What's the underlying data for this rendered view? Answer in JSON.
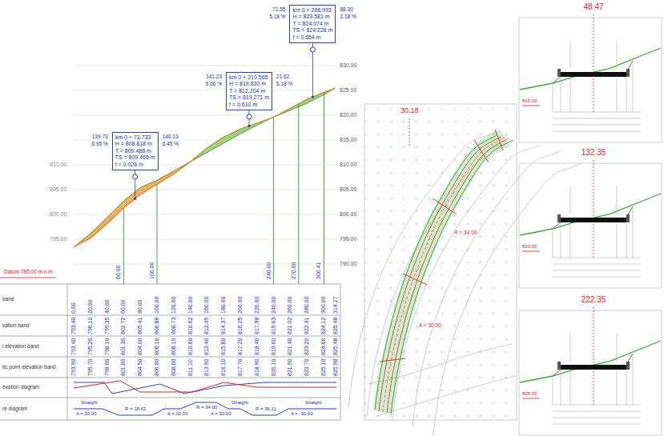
{
  "diagram": {
    "nodes": [
      {
        "text": [
          "km 0 + 73.733",
          "H = 808.818 m",
          "T = 809.488 m",
          "TS = 809.465 m",
          "f = 0.026 m"
        ]
      },
      {
        "text": [
          "km 0 + 210.565",
          "H = 819.830 m",
          "T = 812.204 m",
          "TS = 819.271 m",
          "f = 0.610 m"
        ]
      },
      {
        "text": [
          "km 0 + 286.993",
          "H = 823.581 m",
          "T = 824.074 m",
          "TS = 824.228 m",
          "f = 0.654 m"
        ]
      }
    ],
    "labels": [
      "830.00",
      "825.00",
      "820.00",
      "815.00",
      "810.00",
      "805.00",
      "800.00",
      "795.00",
      "790.00",
      "810.00",
      "805.00",
      "800.00",
      "795.00",
      "Datum 785.00 m.n.m",
      "139.73",
      "6.95 %",
      "140.13",
      "6.45 %",
      "141.23",
      "6.66 %",
      "21.62",
      "6.18 %",
      "71.55",
      "5.18 %",
      "88.30",
      "2.18 %",
      "60.00",
      "100.00",
      "240.00",
      "270.00",
      "300.41",
      "band",
      "vation band",
      "l elevation band",
      "tic point elevation band",
      "evation diagram",
      "re diagram",
      "0.00",
      "20.00",
      "40.00",
      "60.00",
      "80.00",
      "100.00",
      "120.00",
      "140.00",
      "160.00",
      "180.00",
      "200.00",
      "220.00",
      "240.00",
      "260.00",
      "280.00",
      "300.00",
      "314.27",
      "793.40",
      "796.10",
      "799.35",
      "802.72",
      "805.41",
      "806.88",
      "808.73",
      "810.62",
      "812.49",
      "814.37",
      "816.25",
      "817.98",
      "819.63",
      "821.02",
      "822.41",
      "824.12",
      "825.48",
      "793.40",
      "795.20",
      "798.10",
      "801.30",
      "804.00",
      "806.10",
      "808.10",
      "810.60",
      "813.40",
      "815.60",
      "817.20",
      "818.40",
      "819.60",
      "821.40",
      "823.20",
      "824.60",
      "825.48",
      "793.90",
      "795.70",
      "798.60",
      "801.80",
      "804.50",
      "806.60",
      "808.60",
      "811.10",
      "813.90",
      "816.10",
      "817.70",
      "818.90",
      "820.10",
      "821.90",
      "823.70",
      "825.10",
      "825.98",
      "Straight",
      "A = 20.00",
      "R = 18.63",
      "A = 20.00",
      "R = 34.00",
      "Straight",
      "R = 36.11",
      "A = -30.00",
      "Straight",
      "A = 30.00",
      "30.18",
      "R = 34.00",
      "A = 30.00",
      "48.47",
      "132.35",
      "222.35",
      "815.00",
      "820.00",
      "825.00"
    ]
  }
}
